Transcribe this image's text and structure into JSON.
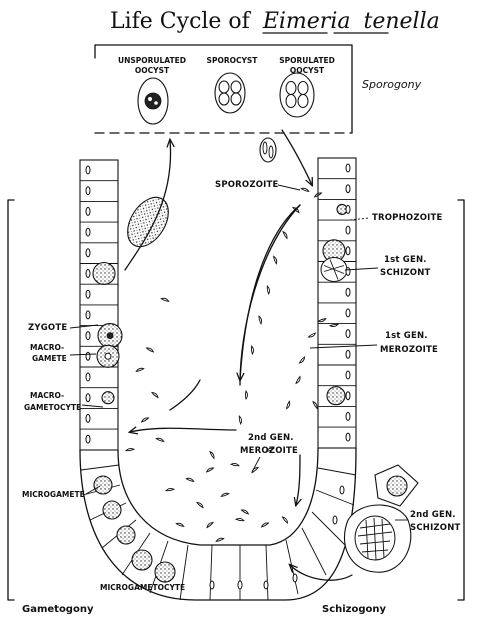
{
  "title": {
    "prefix": "Life Cycle of",
    "genus": "Eimeria",
    "species": "tenella"
  },
  "stages": {
    "unsporulated_oocyst": [
      "UNSPORULATED",
      "OOCYST"
    ],
    "sporocyst": "SPOROCYST",
    "sporulated_oocyst": [
      "SPORULATED",
      "OOCYST"
    ],
    "sporozoite": "SPOROZOITE",
    "trophozoite": "TROPHOZOITE",
    "first_gen_schizont": [
      "1st GEN.",
      "SCHIZONT"
    ],
    "first_gen_merozoite": [
      "1st GEN.",
      "MEROZOITE"
    ],
    "second_gen_merozoite": [
      "2nd GEN.",
      "MEROZOITE"
    ],
    "second_gen_schizont": [
      "2nd GEN.",
      "SCHIZONT"
    ],
    "zygote": "ZYGOTE",
    "macrogamete": [
      "MACRO-",
      "GAMETE"
    ],
    "macrogametocyte": [
      "MACRO-",
      "GAMETOCYTE"
    ],
    "microgamete": "MICROGAMETE",
    "microgametocyte": "MICROGAMETOCYTE"
  },
  "phases": {
    "sporogony": "Sporogony",
    "gametogony": "Gametogony",
    "schizogony": "Schizogony"
  }
}
